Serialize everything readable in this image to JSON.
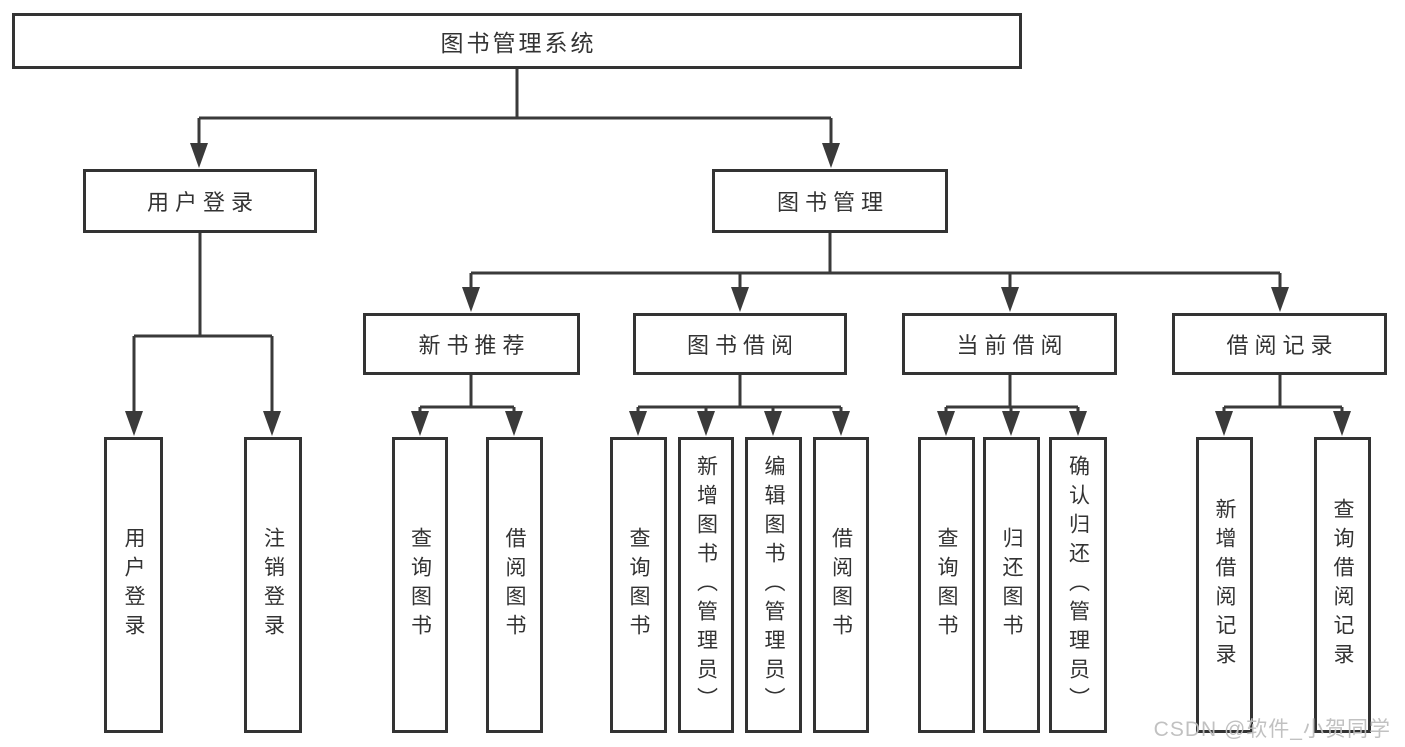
{
  "diagram": {
    "line_color": "#3a3a3a",
    "box_border_color": "#333333",
    "root": {
      "label": "图书管理系统",
      "children": [
        {
          "label": "用户登录",
          "children": [
            {
              "label": "用户登录"
            },
            {
              "label": "注销登录"
            }
          ]
        },
        {
          "label": "图书管理",
          "children": [
            {
              "label": "新书推荐",
              "children": [
                {
                  "label": "查询图书"
                },
                {
                  "label": "借阅图书"
                }
              ]
            },
            {
              "label": "图书借阅",
              "children": [
                {
                  "label": "查询图书"
                },
                {
                  "label": "新增图书（管理员）"
                },
                {
                  "label": "编辑图书（管理员）"
                },
                {
                  "label": "借阅图书"
                }
              ]
            },
            {
              "label": "当前借阅",
              "children": [
                {
                  "label": "查询图书"
                },
                {
                  "label": "归还图书"
                },
                {
                  "label": "确认归还（管理员）"
                }
              ]
            },
            {
              "label": "借阅记录",
              "children": [
                {
                  "label": "新增借阅记录"
                },
                {
                  "label": "查询借阅记录"
                }
              ]
            }
          ]
        }
      ]
    },
    "watermark": {
      "text": "CSDN @软件_小贺同学",
      "color": "#c4c4c4"
    }
  }
}
